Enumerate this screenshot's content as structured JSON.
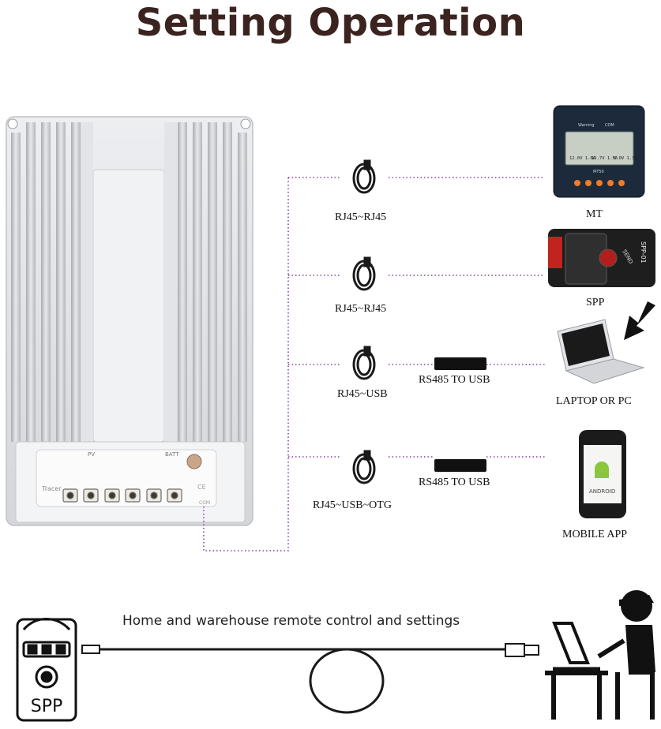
{
  "title": "Setting Operation",
  "controller": {
    "brand": "Tracer",
    "indicator_pv": "PV",
    "indicator_batt": "BATT",
    "com_port": "COM"
  },
  "connections": [
    {
      "cable": "RJ45~RJ45",
      "adapter": "",
      "device": "MT"
    },
    {
      "cable": "RJ45~RJ45",
      "adapter": "",
      "device": "SPP"
    },
    {
      "cable": "RJ45~USB",
      "adapter": "RS485 TO USB",
      "device": "LAPTOP OR PC"
    },
    {
      "cable": "RJ45~USB~OTG",
      "adapter": "RS485 TO USB",
      "device": "MOBILE APP"
    }
  ],
  "devices": {
    "mt_screen_values": [
      "12.0V 1.6A",
      "12.7V 1.5A",
      "0.0V 1.3A"
    ],
    "mt_indicators": [
      "Warning",
      "COM"
    ],
    "mt_model": "MT50",
    "spp_model": "SPP-01",
    "spp_button": "SEND",
    "phone_os": "ANDROID"
  },
  "bottom": {
    "caption": "Home and warehouse remote control and settings",
    "spp_label": "SPP"
  },
  "colors": {
    "title": "#3b2320",
    "connector_line": "#8a3fa8",
    "heatsink": "#dcdde0",
    "cable": "#1a1a1a"
  }
}
